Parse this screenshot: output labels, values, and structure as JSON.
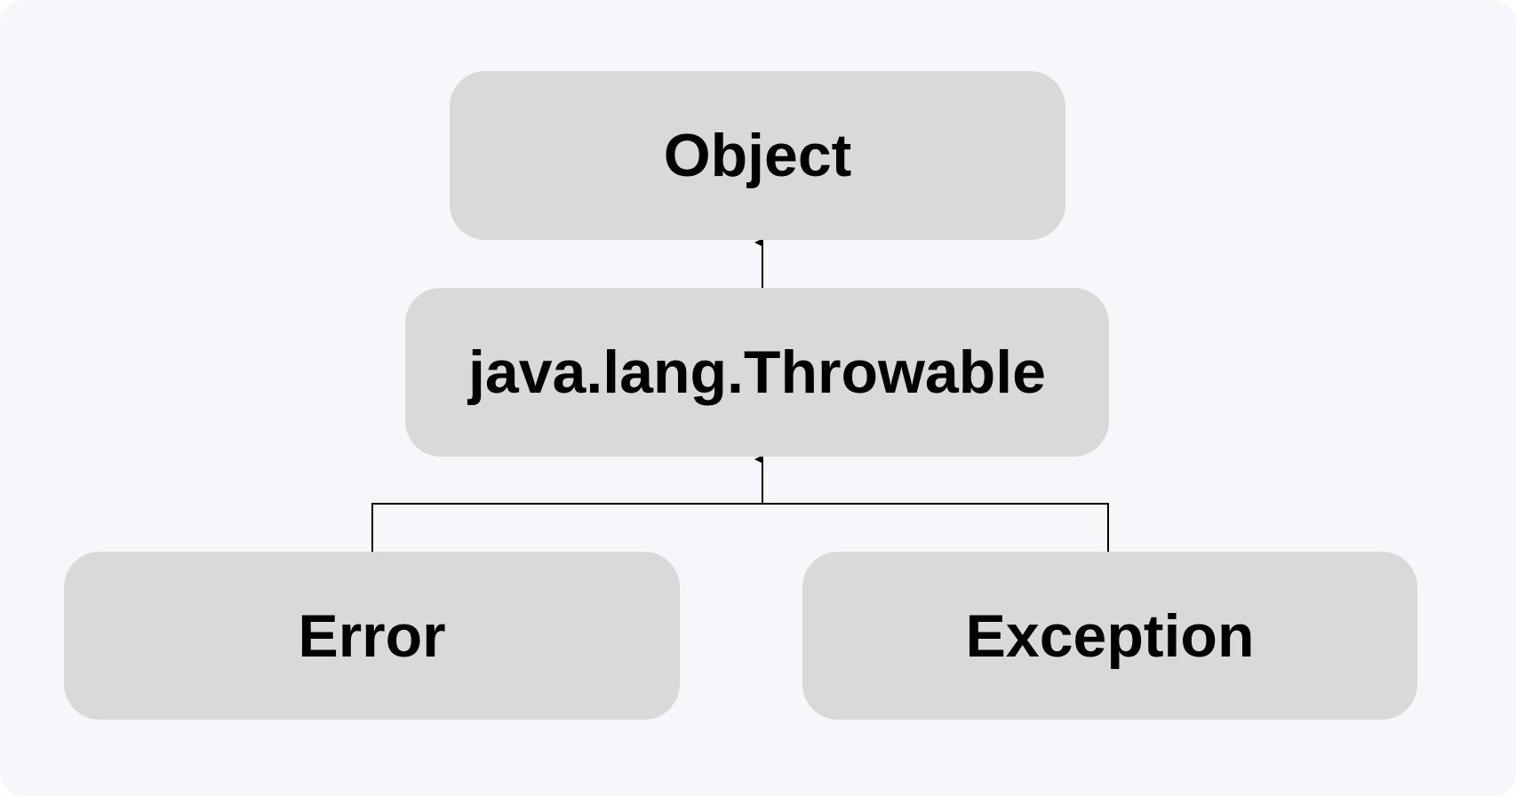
{
  "diagram": {
    "nodes": {
      "object": {
        "label": "Object"
      },
      "throwable": {
        "label": "java.lang.Throwable"
      },
      "error": {
        "label": "Error"
      },
      "exception": {
        "label": "Exception"
      }
    },
    "edges": [
      {
        "from": "throwable",
        "to": "object"
      },
      {
        "from": "error",
        "to": "throwable"
      },
      {
        "from": "exception",
        "to": "throwable"
      }
    ],
    "colors": {
      "background": "#f6f7fb",
      "node_fill": "#d9d9d9",
      "text": "#000000",
      "connector": "#000000"
    }
  }
}
